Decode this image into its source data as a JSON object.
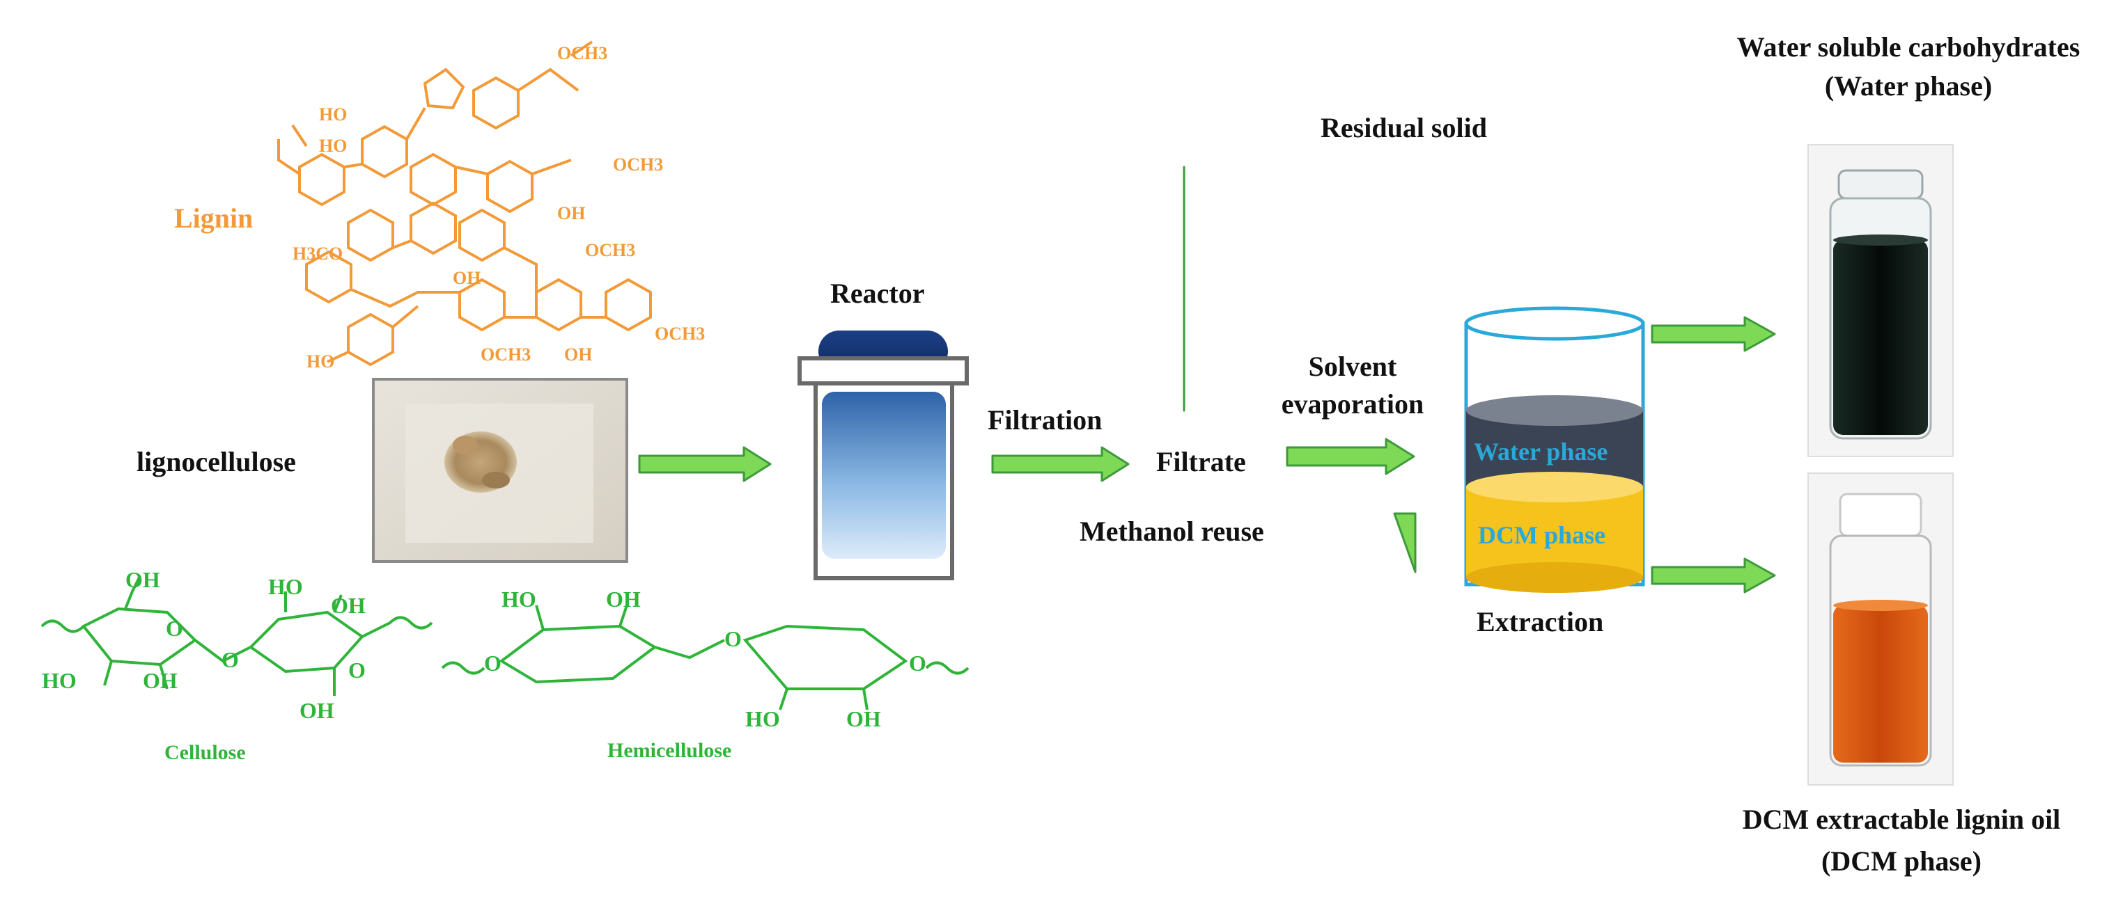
{
  "labels": {
    "lignin": "Lignin",
    "lignocellulose": "lignocellulose",
    "cellulose": "Cellulose",
    "hemicellulose": "Hemicellulose",
    "reactor": "Reactor",
    "filtration": "Filtration",
    "filtrate": "Filtrate",
    "residual_solid": "Residual solid",
    "solvent_evaporation": "Solvent evaporation",
    "methanol_reuse": "Methanol reuse",
    "water_phase": "Water phase",
    "dcm_phase": "DCM phase",
    "extraction": "Extraction",
    "water_product": "Water soluble carbohydrates (Water phase)",
    "dcm_product": "DCM extractable lignin oil (DCM phase)"
  },
  "chem": {
    "och3": "OCH3",
    "h3co": "H3CO",
    "ho": "HO",
    "oh": "OH",
    "o": "O"
  },
  "colors": {
    "lignin": "#f39a38",
    "carbohydrate": "#2fb43a",
    "arrow": "#7ed957",
    "arrow_edge": "#3c9a3a",
    "water_phase_text": "#2aa8d8",
    "dcm_layer": "#f6c21c",
    "water_layer": "#3a4454",
    "water_vial": "#0d1612",
    "oil_vial": "#d9560f"
  }
}
